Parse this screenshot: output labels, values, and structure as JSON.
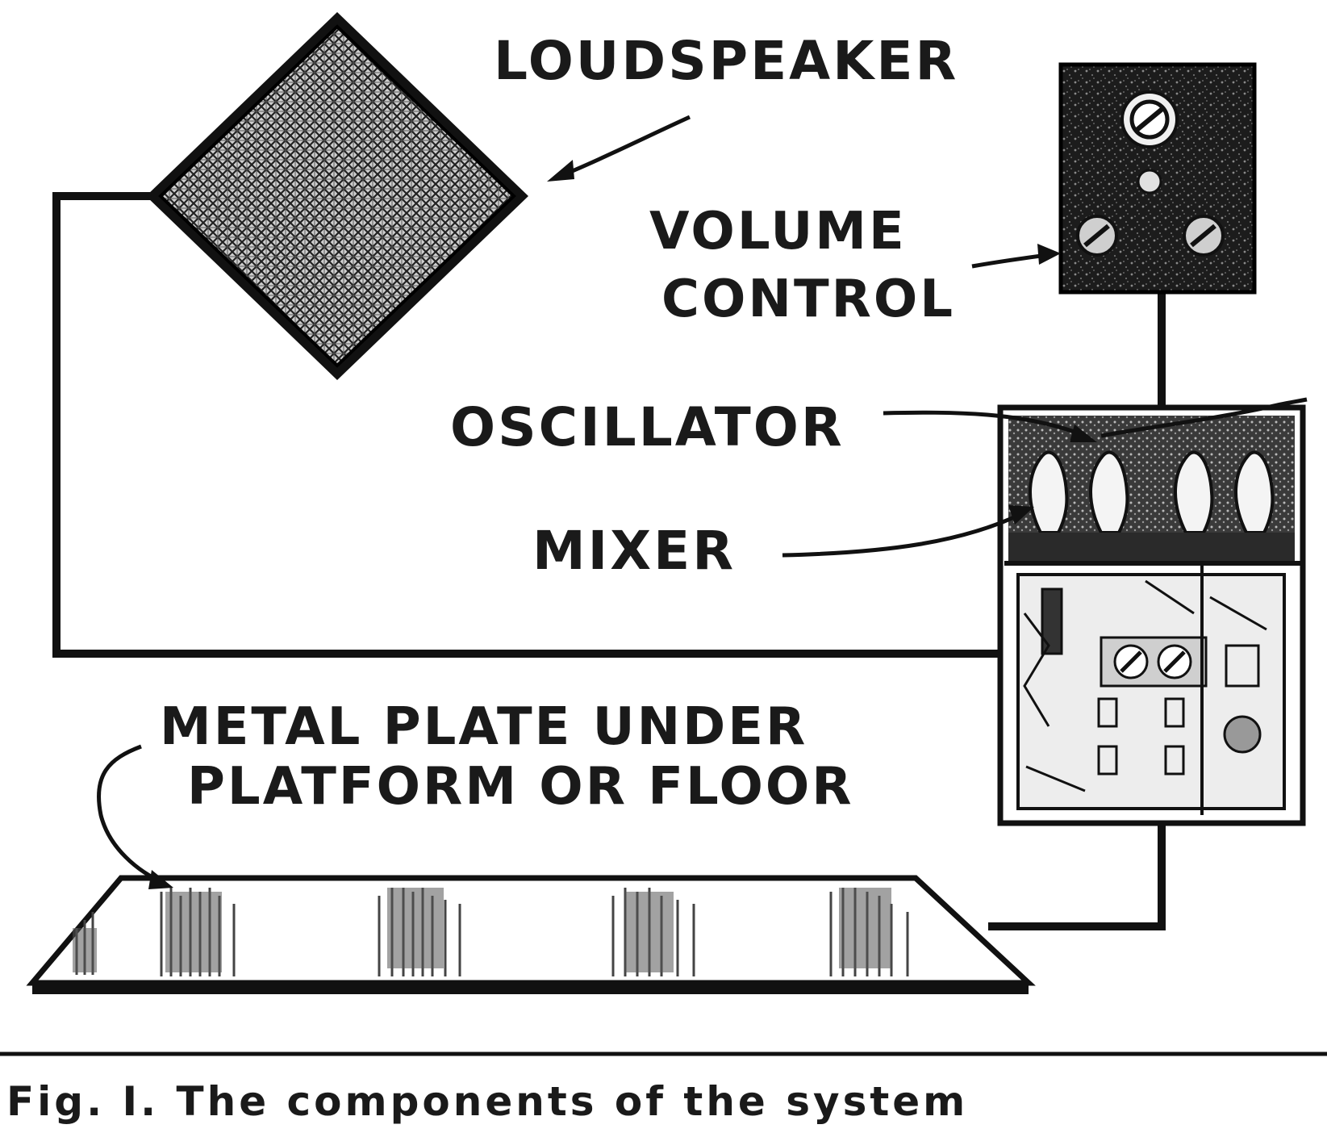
{
  "labels": {
    "loudspeaker": "LOUDSPEAKER",
    "volume_line1": "VOLUME",
    "volume_line2": "CONTROL",
    "oscillator": "OSCILLATOR",
    "mixer": "MIXER",
    "plate_line1": "METAL PLATE UNDER",
    "plate_line2": "PLATFORM OR FLOOR"
  },
  "caption": "Fig. I. The components of the system"
}
